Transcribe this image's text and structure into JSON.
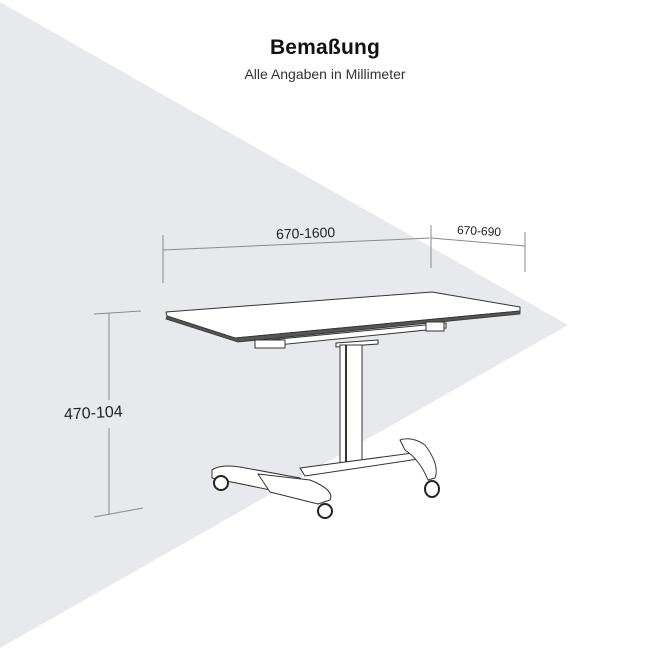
{
  "header": {
    "title": "Bemaßung",
    "subtitle": "Alle Angaben in Millimeter"
  },
  "dimensions": {
    "width": "670-1600",
    "depth": "670-690",
    "height": "470-104"
  },
  "colors": {
    "background": "#ffffff",
    "backdrop_triangle": "#e8e9ec",
    "dimension_lines": "#8a8a8a",
    "drawing_lines": "#333333"
  }
}
